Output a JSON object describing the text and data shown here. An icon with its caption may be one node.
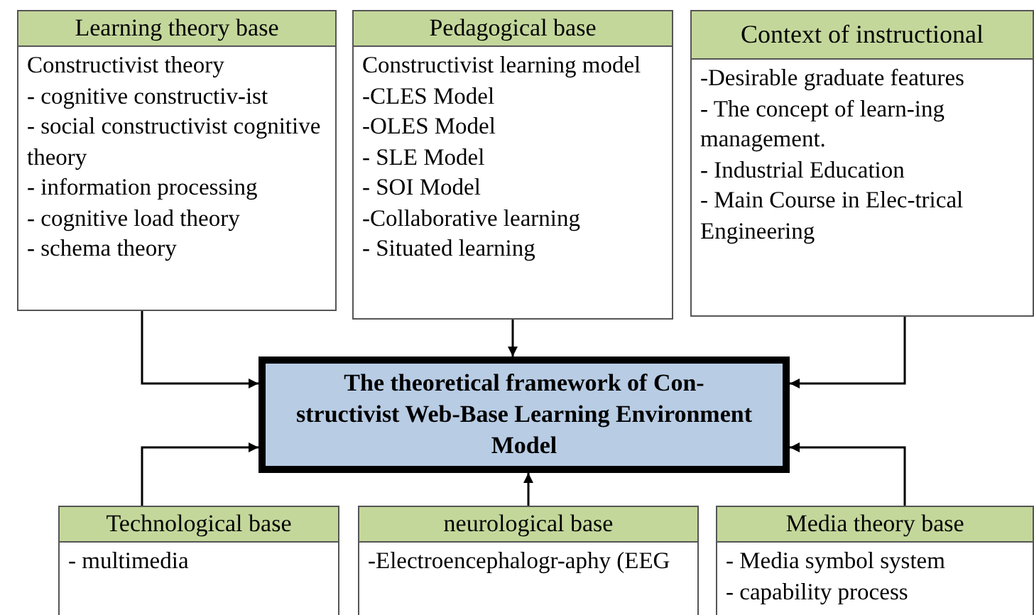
{
  "diagram": {
    "nodes": [
      {
        "text": [
          "Learning theory base",
          "Constructivist theory",
          "- cognitive constructiv-ist",
          "- social constructivist cognitive theory",
          "- information processing",
          "- cognitive load theory",
          "- schema theory"
        ]
      },
      {
        "text": [
          "Pedagogical base",
          "Constructivist learning model",
          "-CLES Model",
          "-OLES Model",
          "- SLE Model",
          "- SOI Model",
          "-Collaborative learning",
          "- Situated learning"
        ]
      },
      {
        "text": [
          "Context of instructional",
          "-Desirable graduate features",
          "- The concept of learn-ing management.",
          "- Industrial Education",
          "- Main Course in Elec-trical Engineering"
        ]
      },
      {
        "text": [
          "The theoretical framework of Con-structivist Web-Base Learning Environment Model"
        ]
      },
      {
        "text": [
          "Technological base",
          "- multimedia"
        ]
      },
      {
        "text": [
          "neurological base",
          "-Electroencephalogr-aphy (EEG"
        ]
      },
      {
        "text": [
          "Media theory base",
          "- Media symbol system",
          "- capability process"
        ]
      }
    ],
    "edges": [
      {
        "from": 0,
        "to": 3,
        "arrow": "to"
      },
      {
        "from": 1,
        "to": 3,
        "arrow": "to"
      },
      {
        "from": 2,
        "to": 3,
        "arrow": "to"
      },
      {
        "from": 4,
        "to": 3,
        "arrow": "to"
      },
      {
        "from": 5,
        "to": 3,
        "arrow": "to"
      },
      {
        "from": 6,
        "to": 3,
        "arrow": "to"
      }
    ]
  }
}
